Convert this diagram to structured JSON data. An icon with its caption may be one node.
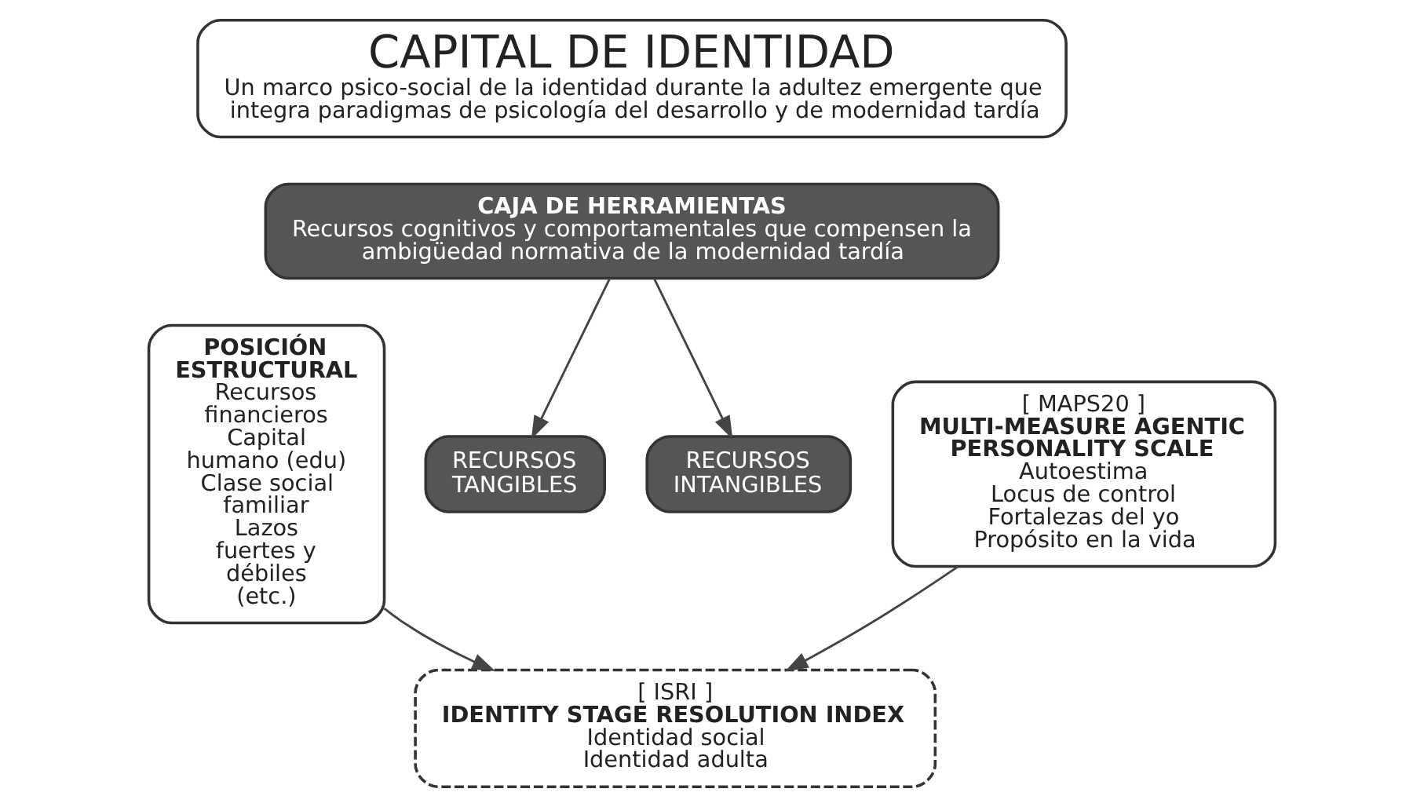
{
  "diagram": {
    "nodes": [
      {
        "text": [
          "CAPITAL DE IDENTIDAD",
          "Un marco psico-social de la identidad durante la adultez emergente que integra paradigmas de psicología del desarrollo y de modernidad tardía"
        ]
      },
      {
        "text": [
          "CAJA DE HERRAMIENTAS",
          "Recursos cognitivos y comportamentales que compensen la ambigüedad normativa de la modernidad tardía"
        ]
      },
      {
        "text": [
          "POSICIÓN ESTRUCTURAL",
          "Recursos financieros",
          "Capital humano (edu)",
          "Clase social familiar",
          "Lazos fuertes y débiles",
          "(etc.)"
        ]
      },
      {
        "text": [
          "RECURSOS TANGIBLES"
        ]
      },
      {
        "text": [
          "RECURSOS INTANGIBLES"
        ]
      },
      {
        "text": [
          "[ MAPS20 ]",
          "MULTI-MEASURE AGENTIC PERSONALITY SCALE",
          "Autoestima",
          "Locus de control",
          "Fortalezas del yo",
          "Propósito en la vida"
        ]
      },
      {
        "text": [
          "[ ISRI ]",
          "IDENTITY STAGE RESOLUTION INDEX",
          "Identidad social",
          "Identidad adulta"
        ]
      }
    ],
    "edges": [
      {
        "from": 1,
        "to": 3,
        "arrow": "to"
      },
      {
        "from": 1,
        "to": 4,
        "arrow": "to"
      },
      {
        "from": 2,
        "to": 6,
        "arrow": "to"
      },
      {
        "from": 5,
        "to": 6,
        "arrow": "to"
      }
    ]
  }
}
